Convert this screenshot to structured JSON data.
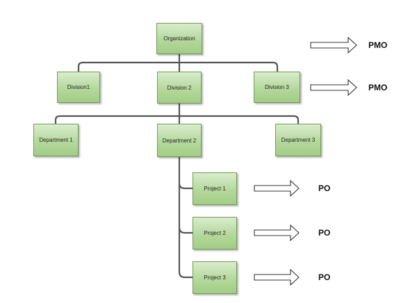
{
  "nodes": {
    "organization": "Organization",
    "division_1": "Division1",
    "division_2": "Division 2",
    "division_3": "Division 3",
    "department_1": "Department 1",
    "department_2": "Department 2",
    "department_3": "Department 3",
    "project_1": "Project 1",
    "project_2": "Project 2",
    "project_3": "Project 3"
  },
  "tags": {
    "organization": "PMO",
    "division": "PMO",
    "project_1": "PO",
    "project_2": "PO",
    "project_3": "PO"
  },
  "colors": {
    "box_fill_top": "#d9edcd",
    "box_fill_bottom": "#a2cd86",
    "box_border": "#6f9b51",
    "connector": "#555555",
    "arrow_stroke": "#333333"
  }
}
